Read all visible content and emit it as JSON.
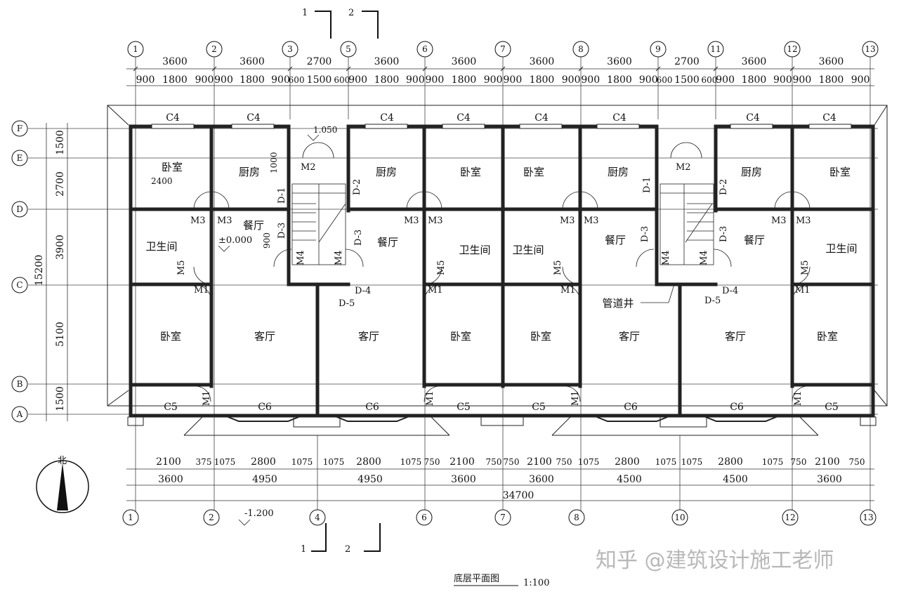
{
  "grid_top": [
    "1",
    "2",
    "3",
    "5",
    "6",
    "7",
    "8",
    "9",
    "11",
    "12",
    "13"
  ],
  "grid_bottom": [
    "1",
    "2",
    "4",
    "6",
    "7",
    "8",
    "10",
    "12",
    "13"
  ],
  "grid_rows": [
    "F",
    "E",
    "D",
    "C",
    "B",
    "A"
  ],
  "dims": {
    "top_main": [
      "3600",
      "3600",
      "2700",
      "3600",
      "3600",
      "3600",
      "3600",
      "2700",
      "3600",
      "3600"
    ],
    "top_sub": [
      "900",
      "1800",
      "900",
      "900",
      "1800",
      "900",
      "600",
      "1500",
      "600",
      "900",
      "1800",
      "900",
      "900",
      "1800",
      "900",
      "900",
      "1800",
      "900",
      "900",
      "1800",
      "900",
      "600",
      "1500",
      "600",
      "900",
      "1800",
      "900",
      "900",
      "1800",
      "900"
    ],
    "left_main": "15200",
    "left_sub": [
      "1500",
      "2700",
      "3900",
      "5100",
      "1500"
    ],
    "bottom_sub": [
      "2100",
      "375",
      "1075",
      "2800",
      "1075",
      "1075",
      "2800",
      "1075",
      "750",
      "2100",
      "750",
      "750",
      "2100",
      "750",
      "1075",
      "2800",
      "1075",
      "1075",
      "2800",
      "1075",
      "750",
      "2100",
      "750"
    ],
    "bottom_mid": [
      "3600",
      "4950",
      "4950",
      "3600",
      "3600",
      "4500",
      "4500",
      "3600"
    ],
    "bottom_total": "34700"
  },
  "windows": {
    "top": [
      "C4",
      "C4",
      "C4",
      "C4",
      "C4",
      "C4",
      "C4",
      "C4"
    ],
    "bottom": [
      "C5",
      "C6",
      "C6",
      "C5",
      "C5",
      "C6",
      "C6",
      "C5"
    ]
  },
  "rooms": {
    "bedroom": "卧室",
    "kitchen": "厨房",
    "dining": "餐厅",
    "bathroom": "卫生间",
    "living": "客厅",
    "shaft": "管道井"
  },
  "doors": {
    "m1": "M1",
    "m2": "M2",
    "m3": "M3",
    "m4": "M4",
    "m5": "M5",
    "d1": "D-1",
    "d2": "D-2",
    "d3": "D-3",
    "d4": "D-4",
    "d5": "D-5"
  },
  "levels": {
    "stair": "1.050",
    "ground": "±0.000",
    "outdoor": "-1.200",
    "bedroom_dim": "2400",
    "sill_1000": "1000",
    "sill_900": "900"
  },
  "section": {
    "cut1": "1",
    "cut2": "2"
  },
  "north_label": "北",
  "title": "底层平面图",
  "scale": "1:100",
  "watermark": "知乎 @建筑设计施工老师"
}
